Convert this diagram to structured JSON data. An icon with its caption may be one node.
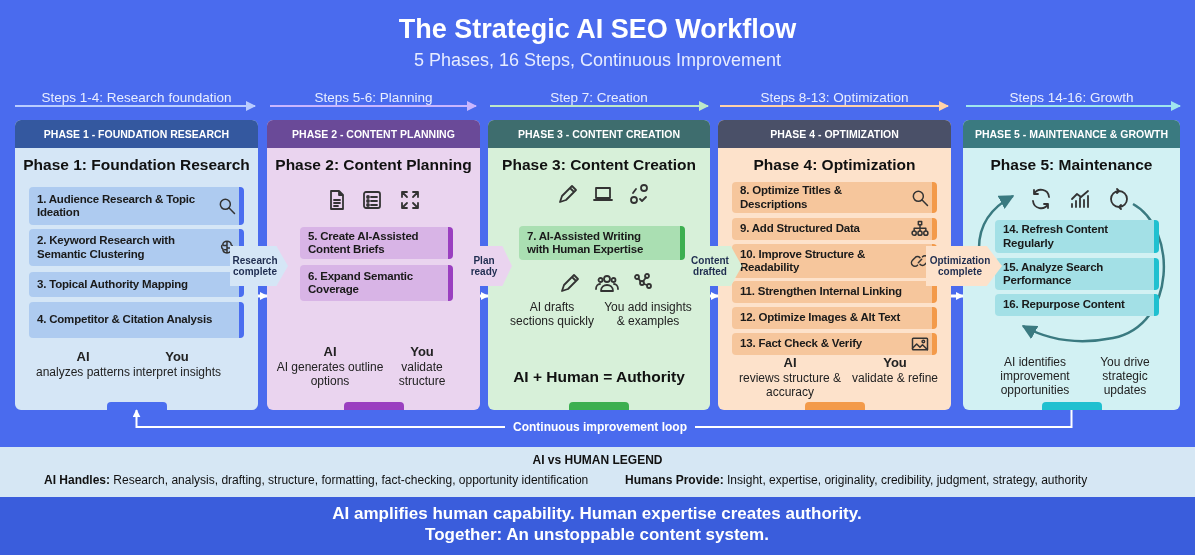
{
  "diagram": {
    "title": "The Strategic AI SEO Workflow",
    "caption": "AI amplifies human capability. Human expertise creates authority. Together: An unstoppable content system.",
    "nodes": [
      {
        "text": [
          "PHASE 1 - FOUNDATION RESEARCH",
          "Phase 1: Foundation Research",
          "AI",
          "analyzes patterns",
          "You",
          "interpret insights"
        ]
      },
      {
        "text": [
          "1. Audience Research & Topic Ideation"
        ],
        "in": 0
      },
      {
        "text": [
          "2. Keyword Research with Semantic Clustering"
        ],
        "in": 0
      },
      {
        "text": [
          "3. Topical Authority Mapping"
        ],
        "in": 0
      },
      {
        "text": [
          "4. Competitor & Citation Analysis"
        ],
        "in": 0
      },
      {
        "text": [
          "PHASE 2 - CONTENT PLANNING",
          "Phase 2: Content Planning",
          "AI",
          "AI generates outline options",
          "You",
          "validate structure"
        ]
      },
      {
        "text": [
          "5. Create AI-Assisted Content Briefs"
        ],
        "in": 5
      },
      {
        "text": [
          "6. Expand Semantic Coverage"
        ],
        "in": 5
      },
      {
        "text": [
          "PHASE 3 - CONTENT CREATION",
          "Phase 3: Content Creation",
          "AI drafts sections quickly",
          "You add insights & examples",
          "AI + Human = Authority"
        ]
      },
      {
        "text": [
          "7. AI-Assisted Writing with Human Expertise"
        ],
        "in": 8
      },
      {
        "text": [
          "PHASE 4 - OPTIMIZATION",
          "Phase 4: Optimization",
          "AI",
          "reviews structure & accuracy",
          "You",
          "validate & refine"
        ]
      },
      {
        "text": [
          "8. Optimize Titles & Descriptions"
        ],
        "in": 10
      },
      {
        "text": [
          "9. Add Structured Data"
        ],
        "in": 10
      },
      {
        "text": [
          "10. Improve Structure & Readability"
        ],
        "in": 10
      },
      {
        "text": [
          "11. Strengthen Internal Linking"
        ],
        "in": 10
      },
      {
        "text": [
          "12. Optimize Images & Alt Text"
        ],
        "in": 10
      },
      {
        "text": [
          "13. Fact Check & Verify"
        ],
        "in": 10
      },
      {
        "text": [
          "PHASE 5 - MAINTENANCE & GROWTH",
          "Phase 5: Maintenance",
          "AI identifies improvement opportunities",
          "You drive strategic updates"
        ]
      },
      {
        "text": [
          "14. Refresh Content Regularly"
        ],
        "in": 17
      },
      {
        "text": [
          "15. Analyze Search Performance"
        ],
        "in": 17
      },
      {
        "text": [
          "16. Repurpose Content"
        ],
        "in": 17
      }
    ],
    "edges": [
      {
        "from": 0,
        "to": 5,
        "arrow": "to",
        "label": "Research complete"
      },
      {
        "from": 5,
        "to": 8,
        "arrow": "to",
        "label": "Plan ready"
      },
      {
        "from": 8,
        "to": 10,
        "arrow": "to",
        "label": "Content drafted"
      },
      {
        "from": 10,
        "to": 17,
        "arrow": "to",
        "label": "Optimization complete"
      },
      {
        "from": 17,
        "to": 0,
        "arrow": "to",
        "label": "Continuous improvement loop"
      }
    ],
    "labels": [
      "5 Phases, 16 Steps, Continuous Improvement",
      "Steps 1-4: Research foundation",
      "Steps 5-6: Planning",
      "Step 7: Creation",
      "Steps 8-13: Optimization",
      "Steps 14-16: Growth",
      "AI vs HUMAN LEGEND",
      "**AI Handles:** Research, analysis, drafting, structure, formatting, fact-checking, opportunity identification",
      "**Humans Provide:** Insight, expertise, originality, credibility, judgment, strategy, authority"
    ]
  }
}
